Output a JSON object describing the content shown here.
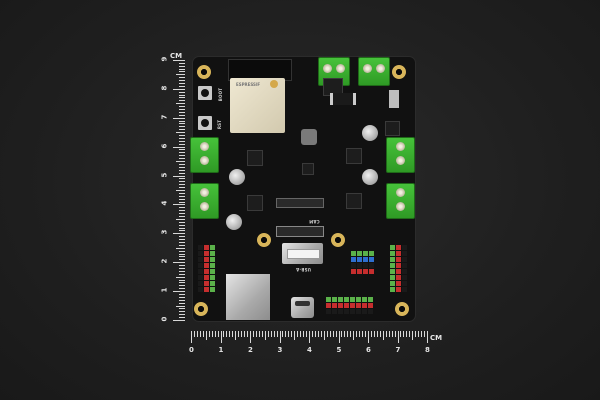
{
  "ruler": {
    "unit": "CM",
    "vertical_labels": [
      "0",
      "1",
      "2",
      "3",
      "4",
      "5",
      "6",
      "7",
      "8",
      "9"
    ],
    "horizontal_labels": [
      "0",
      "1",
      "2",
      "3",
      "4",
      "5",
      "6",
      "7",
      "8"
    ]
  },
  "board": {
    "module_brand": "ESPRESSIF",
    "silkscreen": {
      "boot": "BOOT",
      "rst": "RST",
      "cam": "CAM",
      "usb_a": "USB-A"
    },
    "colors": {
      "pcb": "#111111",
      "terminal": "#3cb030",
      "header_red": "#c62e2e",
      "header_green": "#5bb24a",
      "header_blue": "#2f6fd0",
      "mount_gold": "#d8b55a"
    }
  }
}
